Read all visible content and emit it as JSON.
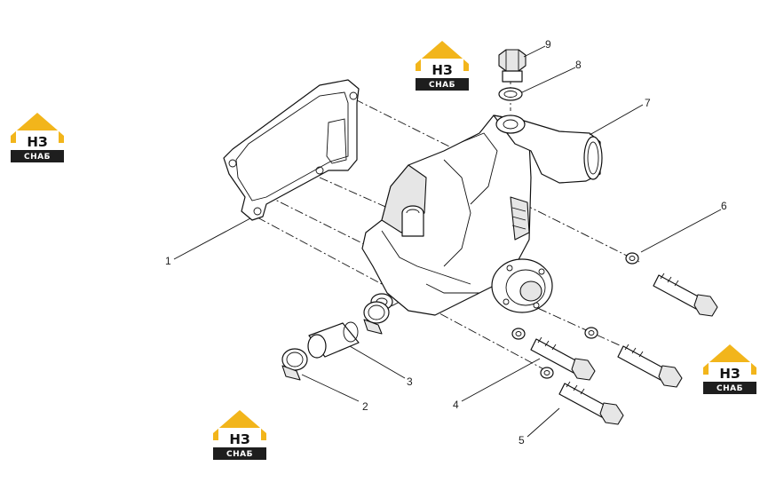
{
  "logo": {
    "line1": "НЗ",
    "line2": "СНАБ",
    "yellow": "#f2b51b",
    "dark": "#1e1e1e"
  },
  "callouts": [
    {
      "id": "1",
      "label": "1"
    },
    {
      "id": "2",
      "label": "2"
    },
    {
      "id": "3",
      "label": "3"
    },
    {
      "id": "4",
      "label": "4"
    },
    {
      "id": "5",
      "label": "5"
    },
    {
      "id": "6",
      "label": "6"
    },
    {
      "id": "7",
      "label": "7"
    },
    {
      "id": "8",
      "label": "8"
    },
    {
      "id": "9",
      "label": "9"
    }
  ]
}
